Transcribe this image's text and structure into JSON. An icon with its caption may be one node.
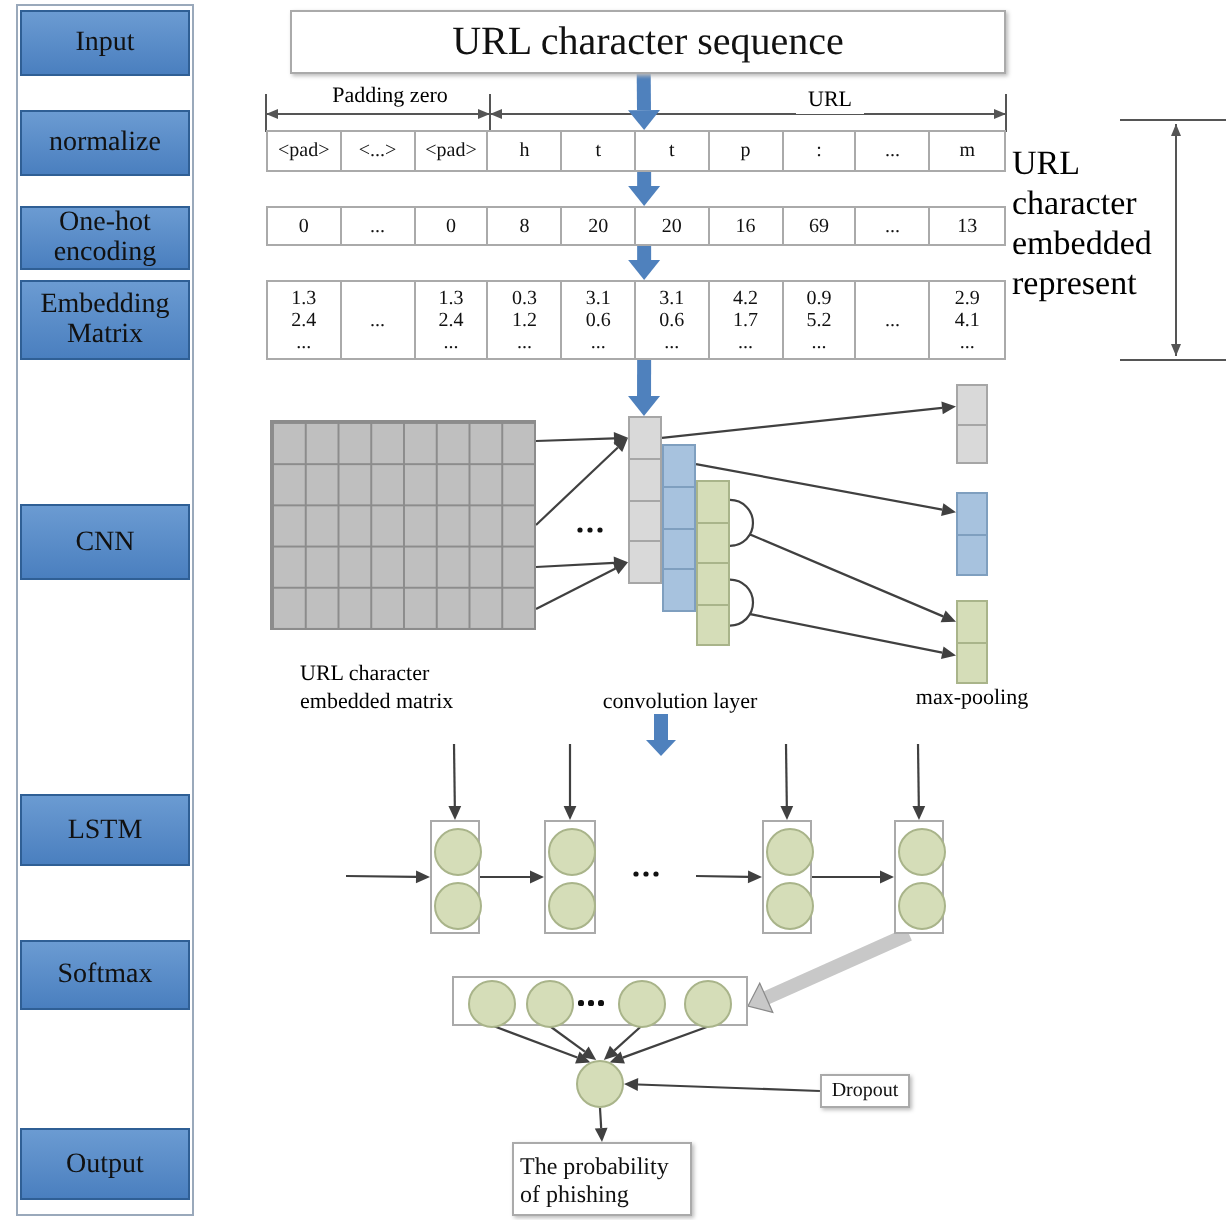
{
  "diagram": {
    "nodes": [
      {
        "text": [
          "Input"
        ]
      },
      {
        "text": [
          "normalize"
        ]
      },
      {
        "text": [
          "One-hot encoding"
        ]
      },
      {
        "text": [
          "Embedding Matrix"
        ]
      },
      {
        "text": [
          "CNN"
        ]
      },
      {
        "text": [
          "LSTM"
        ]
      },
      {
        "text": [
          "Softmax"
        ]
      },
      {
        "text": [
          "Output"
        ]
      },
      {
        "text": [
          "URL character sequence"
        ]
      },
      {
        "text": [
          "<pad>",
          "<...>",
          "<pad>",
          "h",
          "t",
          "t",
          "p",
          ":",
          "...",
          "m"
        ]
      },
      {
        "text": [
          "0",
          "...",
          "0",
          "8",
          "20",
          "20",
          "16",
          "69",
          "...",
          "13"
        ]
      },
      {
        "text": [
          "1.3 2.4 ...",
          "...",
          "1.3 2.4 ...",
          "0.3 1.2 ...",
          "3.1 0.6 ...",
          "3.1 0.6 ...",
          "4.2 1.7 ...",
          "0.9 5.2 ...",
          "...",
          "2.9 4.1 ..."
        ]
      },
      {
        "text": [],
        "shape": "grid",
        "beside": [
          "URL character embedded matrix"
        ]
      },
      {
        "text": [],
        "shape": "bar"
      },
      {
        "text": [],
        "shape": "bar"
      },
      {
        "text": [],
        "shape": "bar"
      },
      {
        "text": [],
        "shape": "bar"
      },
      {
        "text": [],
        "shape": "bar"
      },
      {
        "text": [],
        "shape": "bar",
        "beside": [
          "max-pooling"
        ]
      },
      {
        "text": [],
        "shape": "box"
      },
      {
        "text": [],
        "shape": "box"
      },
      {
        "text": [],
        "shape": "box"
      },
      {
        "text": [],
        "shape": "box"
      },
      {
        "text": [],
        "shape": "box"
      },
      {
        "text": [],
        "shape": "circle"
      },
      {
        "text": [
          "Dropout"
        ]
      },
      {
        "text": [
          "The probability of phishing"
        ]
      }
    ],
    "edges": [
      {
        "from": 8,
        "to": 9,
        "arrow": "to",
        "style": "thick",
        "color": "#4f81bd"
      },
      {
        "from": 9,
        "to": 10,
        "arrow": "to",
        "style": "thick",
        "color": "#4f81bd"
      },
      {
        "from": 10,
        "to": 11,
        "arrow": "to",
        "style": "thick",
        "color": "#4f81bd"
      },
      {
        "from": 11,
        "to": 13,
        "arrow": "to",
        "style": "thick",
        "color": "#4f81bd"
      },
      {
        "from": 12,
        "to": 13,
        "arrow": "to"
      },
      {
        "from": 12,
        "to": 13,
        "arrow": "to"
      },
      {
        "from": 12,
        "to": 13,
        "arrow": "to"
      },
      {
        "from": 12,
        "to": 13,
        "arrow": "to"
      },
      {
        "from": 13,
        "to": 16,
        "arrow": "to"
      },
      {
        "from": 14,
        "to": 17,
        "arrow": "to"
      },
      {
        "from": 15,
        "to": 18,
        "arrow": "to"
      },
      {
        "from": 15,
        "to": 18,
        "arrow": "to"
      },
      {
        "from": null,
        "to": 19,
        "arrow": "to"
      },
      {
        "from": null,
        "to": 20,
        "arrow": "to"
      },
      {
        "from": null,
        "to": 21,
        "arrow": "to"
      },
      {
        "from": null,
        "to": 22,
        "arrow": "to"
      },
      {
        "from": null,
        "to": 19,
        "arrow": "to"
      },
      {
        "from": 19,
        "to": 20,
        "arrow": "to"
      },
      {
        "from": null,
        "to": 21,
        "arrow": "to"
      },
      {
        "from": 21,
        "to": 22,
        "arrow": "to"
      },
      {
        "from": 22,
        "to": 23,
        "arrow": "to",
        "style": "thick",
        "color": "#c8c8c8"
      },
      {
        "from": 23,
        "to": 24,
        "arrow": "to"
      },
      {
        "from": 23,
        "to": 24,
        "arrow": "to"
      },
      {
        "from": 23,
        "to": 24,
        "arrow": "to"
      },
      {
        "from": 23,
        "to": 24,
        "arrow": "to"
      },
      {
        "from": 25,
        "to": 24,
        "arrow": "to"
      },
      {
        "from": 24,
        "to": 26,
        "arrow": "to"
      }
    ],
    "labels": [
      "Padding zero",
      "URL",
      "URL character embedded represent",
      "convolution layer"
    ]
  }
}
